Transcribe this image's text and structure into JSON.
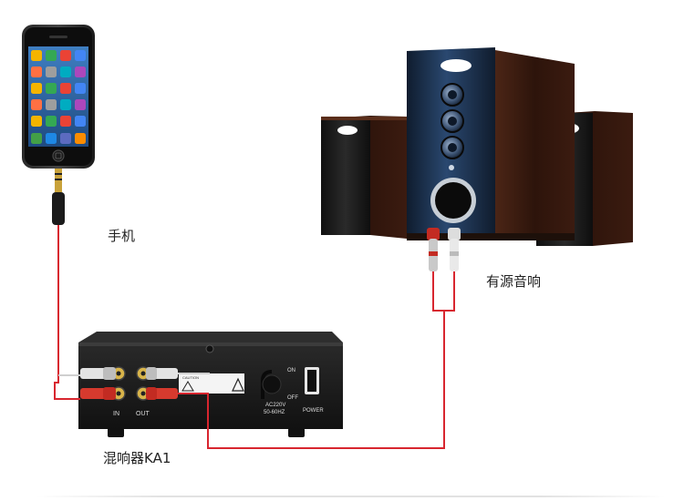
{
  "labels": {
    "phone": "手机",
    "speakers": "有源音响",
    "mixer": "混响器KA1"
  },
  "device_text": {
    "in": "IN",
    "out": "OUT",
    "on": "ON",
    "off": "OFF",
    "power": "POWER",
    "ac_voltage": "AC220V",
    "ac_freq": "50-60HZ",
    "caution": "CAUTION"
  },
  "colors": {
    "cable": "#d8262f",
    "device_body": "#1a1a1a",
    "speaker_wood": "#3a1a10",
    "subwoofer_blue": "#1c3453"
  },
  "icons": {
    "phone": "smartphone-icon",
    "speakers": "speaker-set-icon",
    "mixer": "mixer-amplifier-icon"
  }
}
